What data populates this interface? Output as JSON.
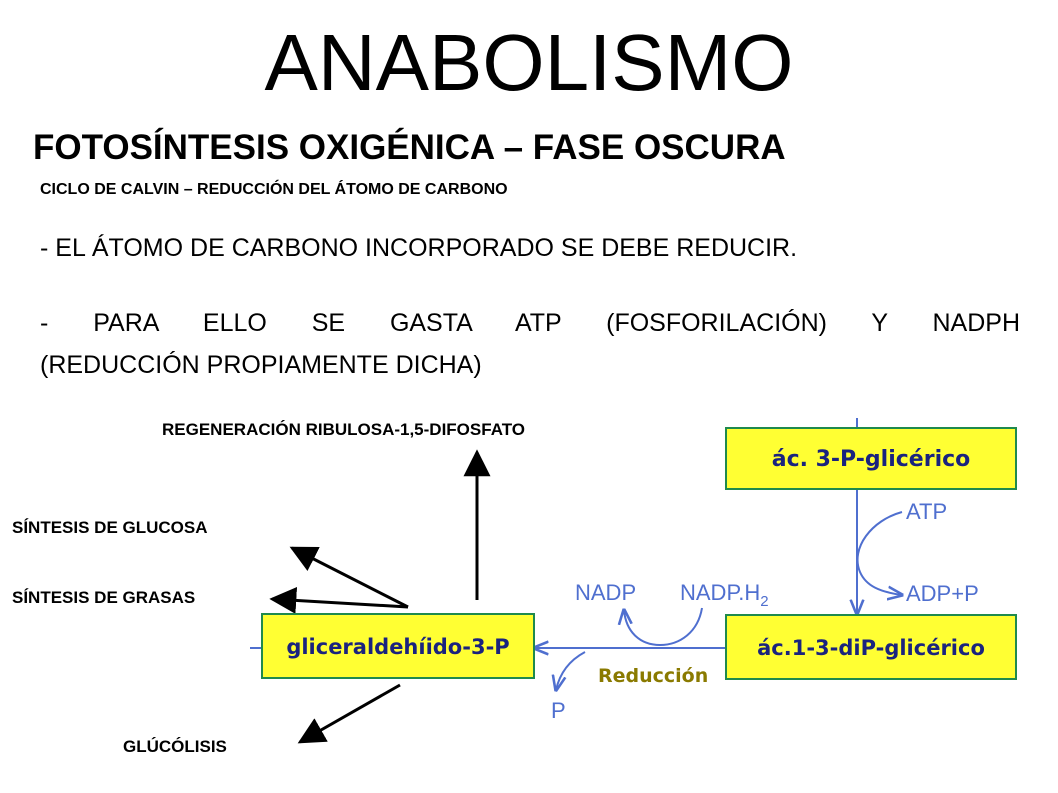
{
  "slide": {
    "title": "ANABOLISMO",
    "subtitle": "FOTOSÍNTESIS OXIGÉNICA – FASE OSCURA",
    "heading": "CICLO DE CALVIN – REDUCCIÓN DEL ÁTOMO DE CARBONO",
    "point1": "- EL ÁTOMO DE CARBONO INCORPORADO SE DEBE REDUCIR.",
    "point2_line1": "- PARA ELLO SE GASTA ATP (FOSFORILACIÓN) Y NADPH",
    "point2_line2": "(REDUCCIÓN PROPIAMENTE DICHA)"
  },
  "labels": {
    "regeneracion": "REGENERACIÓN RIBULOSA-1,5-DIFOSFATO",
    "sintesis_glucosa": "SÍNTESIS DE GLUCOSA",
    "sintesis_grasas": "SÍNTESIS DE GRASAS",
    "glucolisis": "GLÚCÓLISIS"
  },
  "diagram": {
    "box_3pg": "ác. 3-P-glicérico",
    "box_13dpg": "ác.1-3-diP-glicérico",
    "box_g3p": "gliceraldehíido-3-P",
    "atp": "ATP",
    "adp_p": "ADP+P",
    "nadp": "NADP",
    "nadph": "NADP.H",
    "nadph_sub": "2",
    "reduccion": "Reducción",
    "p": "P"
  },
  "colors": {
    "box_fill": "#ffff33",
    "box_border": "#1f8a4c",
    "box_text": "#1a237e",
    "diagram_line": "#4f6fcf",
    "reduccion_text": "#8a7a00"
  }
}
